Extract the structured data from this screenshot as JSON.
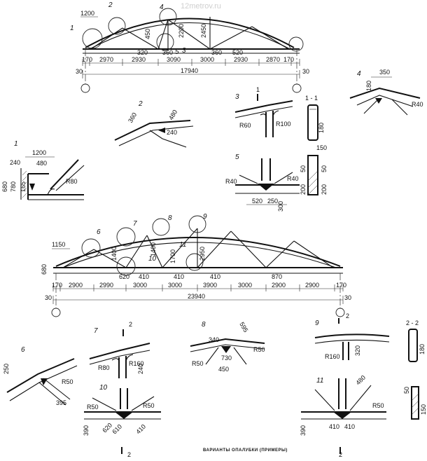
{
  "watermark": "12metrov.ru",
  "caption": "ВАРИАНТЫ ОПАЛУБКИ    (ПРИМЕРЫ)",
  "truss1": {
    "top_dims": [
      "1200"
    ],
    "heights": [
      "450",
      "2200",
      "2450"
    ],
    "inner_dims": [
      "320",
      "360",
      "360",
      "520"
    ],
    "bottom_dims": [
      "170",
      "2970",
      "2930",
      "3090",
      "3000",
      "2930",
      "2870",
      "170"
    ],
    "total": "17940",
    "support_marks": [
      "30",
      "30"
    ],
    "callouts": [
      "1",
      "2",
      "3",
      "4",
      "5"
    ]
  },
  "truss2": {
    "top_dims": [
      "1150"
    ],
    "height_left": "680",
    "heights": [
      "1400",
      "1400",
      "1700",
      "2950"
    ],
    "inner_dims": [
      "620",
      "410",
      "410",
      "410",
      "870"
    ],
    "bottom_dims": [
      "170",
      "2900",
      "2990",
      "3000",
      "3000",
      "3900",
      "3000",
      "2900",
      "2900",
      "170"
    ],
    "total": "23940",
    "support_marks": [
      "30",
      "30"
    ],
    "callouts": [
      "6",
      "7",
      "8",
      "9",
      "10",
      "11"
    ]
  },
  "details": {
    "d1": {
      "label": "1",
      "dims": [
        "1200",
        "240",
        "480",
        "680",
        "780",
        "165"
      ],
      "radius": "R80"
    },
    "d2": {
      "label": "2",
      "dims": [
        "360",
        "480",
        "240"
      ]
    },
    "d3": {
      "label": "3",
      "section": "1",
      "radii": [
        "R60",
        "R100"
      ]
    },
    "sec11": {
      "label": "1 - 1",
      "dims": [
        "180"
      ]
    },
    "d4": {
      "label": "4",
      "dims": [
        "350",
        "180",
        "R40"
      ]
    },
    "d5": {
      "label": "5",
      "radii": [
        "R40",
        "R40"
      ],
      "dims": [
        "520",
        "250",
        "300"
      ]
    },
    "sec5": {
      "dims": [
        "150",
        "50",
        "50",
        "200",
        "200"
      ]
    },
    "d6": {
      "label": "6",
      "dims": [
        "250",
        "395"
      ],
      "radius": "R50"
    },
    "d7": {
      "label": "7",
      "section": "2",
      "radii": [
        "R80",
        "R160"
      ],
      "dims": [
        "240"
      ]
    },
    "d8": {
      "label": "8",
      "dims": [
        "595",
        "340",
        "730",
        "450"
      ],
      "radii": [
        "R50",
        "R50"
      ]
    },
    "d9": {
      "label": "9",
      "section": "2",
      "radius": "R160",
      "dims": [
        "320"
      ]
    },
    "sec22": {
      "label": "2 - 2",
      "dims": [
        "180",
        "50",
        "150"
      ]
    },
    "d10": {
      "label": "10",
      "radii": [
        "R50",
        "R50"
      ],
      "dims": [
        "390",
        "620",
        "610",
        "410"
      ],
      "section": "2"
    },
    "d11": {
      "label": "11",
      "radius": "R50",
      "dims": [
        "480",
        "390",
        "410",
        "410"
      ],
      "section": "2"
    }
  }
}
